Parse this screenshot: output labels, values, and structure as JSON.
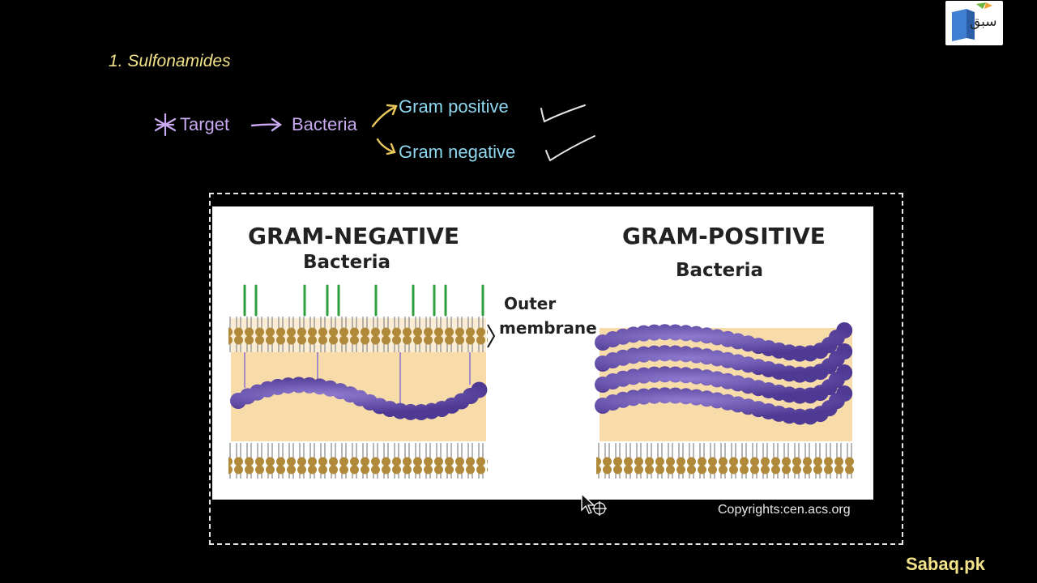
{
  "slide": {
    "heading": "1. Sulfonamides",
    "flow": {
      "target": "Target",
      "bacteria": "Bacteria",
      "gram_positive": "Gram positive",
      "gram_negative": "Gram negative"
    }
  },
  "figure": {
    "negative_title": "GRAM-NEGATIVE",
    "negative_subtitle": "Bacteria",
    "positive_title": "GRAM-POSITIVE",
    "positive_subtitle": "Bacteria",
    "outer_label_line1": "Outer",
    "outer_label_line2": "membrane",
    "copyright": "Copyrights:cen.acs.org"
  },
  "branding": {
    "logo_text": "سبق",
    "site": "Sabaq.pk"
  },
  "colors": {
    "heading": "#f2e28a",
    "flow_text": "#c9a9f0",
    "branch_text": "#8fd7f0",
    "arrow_yellow": "#e8c65a",
    "lipid_head": "#b08a3a",
    "peptidoglycan": "#6a55b0",
    "periplasm": "#f7dcaa"
  },
  "icons": [
    "star-icon",
    "arrow-icon",
    "checkmark-icon",
    "book-logo-icon",
    "mouse-cursor-icon"
  ]
}
